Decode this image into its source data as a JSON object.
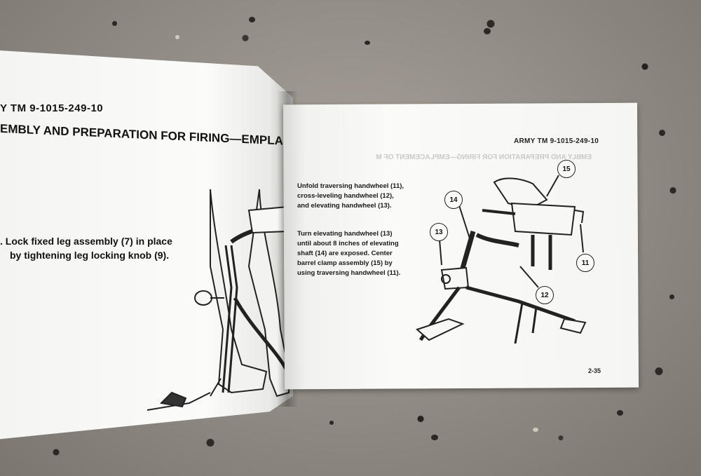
{
  "left_page": {
    "header": "Y TM 9-1015-249-10",
    "title": "EMBLY AND PREPARATION FOR FIRING—EMPLACEMENT OF M",
    "step_line1": ". Lock fixed leg assembly (7) in place",
    "step_line2": "by tightening leg locking knob (9)."
  },
  "right_page": {
    "header": "ARMY TM 9-1015-249-10",
    "instruction1_line1": "Unfold traversing handwheel (11),",
    "instruction1_line2": "cross-leveling handwheel (12),",
    "instruction1_line3": "and elevating handwheel (13).",
    "instruction2_line1": "Turn elevating handwheel (13)",
    "instruction2_line2": "until about 8 inches of elevating",
    "instruction2_line3": "shaft (14) are exposed. Center",
    "instruction2_line4": "barrel clamp assembly (15) by",
    "instruction2_line5": "using traversing handwheel (11).",
    "page_number": "2-35",
    "callouts": [
      "15",
      "14",
      "13",
      "11",
      "12"
    ]
  },
  "colors": {
    "countertop": "#8e8982",
    "paper": "#f7f7f5",
    "ink": "#111111"
  }
}
